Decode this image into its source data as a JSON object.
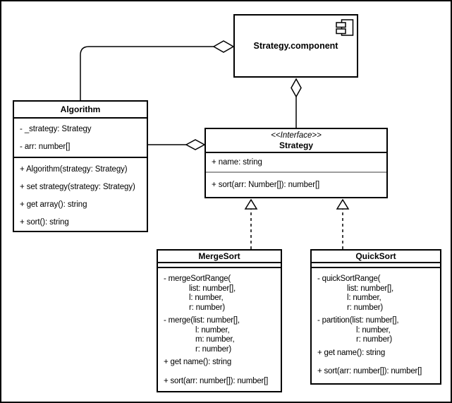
{
  "component": {
    "title": "Strategy.component"
  },
  "algorithm": {
    "title": "Algorithm",
    "attributes": [
      "- _strategy: Strategy",
      "- arr: number[]"
    ],
    "methods": [
      "+ Algorithm(strategy: Strategy)",
      "+ set strategy(strategy: Strategy)",
      "+ get array(): string",
      "+ sort(): string"
    ]
  },
  "strategy": {
    "stereotype": "<<Interface>>",
    "title": "Strategy",
    "attributes": [
      "+ name: string"
    ],
    "methods": [
      "+ sort(arr: Number[]): number[]"
    ]
  },
  "mergesort": {
    "title": "MergeSort",
    "methods": [
      [
        "- mergeSortRange(",
        "list: number[],",
        "l: number,",
        "r: number)"
      ],
      [
        "- merge(list: number[],",
        "l: number,",
        "m: number,",
        "r: number)"
      ],
      [
        "+ get name(): string"
      ],
      [
        "+ sort(arr: number[]): number[]"
      ]
    ]
  },
  "quicksort": {
    "title": "QuickSort",
    "methods": [
      [
        "- quickSortRange(",
        "list: number[],",
        "l: number,",
        "r: number)"
      ],
      [
        "- partition(list: number[],",
        "l: number,",
        "r: number)"
      ],
      [
        "+ get name(): string"
      ],
      [
        "+ sort(arr: number[]): number[]"
      ]
    ]
  },
  "relationships": [
    {
      "type": "aggregation",
      "from": "Algorithm",
      "to": "Strategy.component"
    },
    {
      "type": "aggregation",
      "from": "Strategy.component",
      "to": "Strategy"
    },
    {
      "type": "aggregation",
      "from": "Algorithm",
      "to": "Strategy"
    },
    {
      "type": "realization",
      "from": "MergeSort",
      "to": "Strategy"
    },
    {
      "type": "realization",
      "from": "QuickSort",
      "to": "Strategy"
    }
  ],
  "colors": {
    "stroke": "#000000",
    "background": "#ffffff",
    "divider_gray": "#9e9e9e"
  }
}
